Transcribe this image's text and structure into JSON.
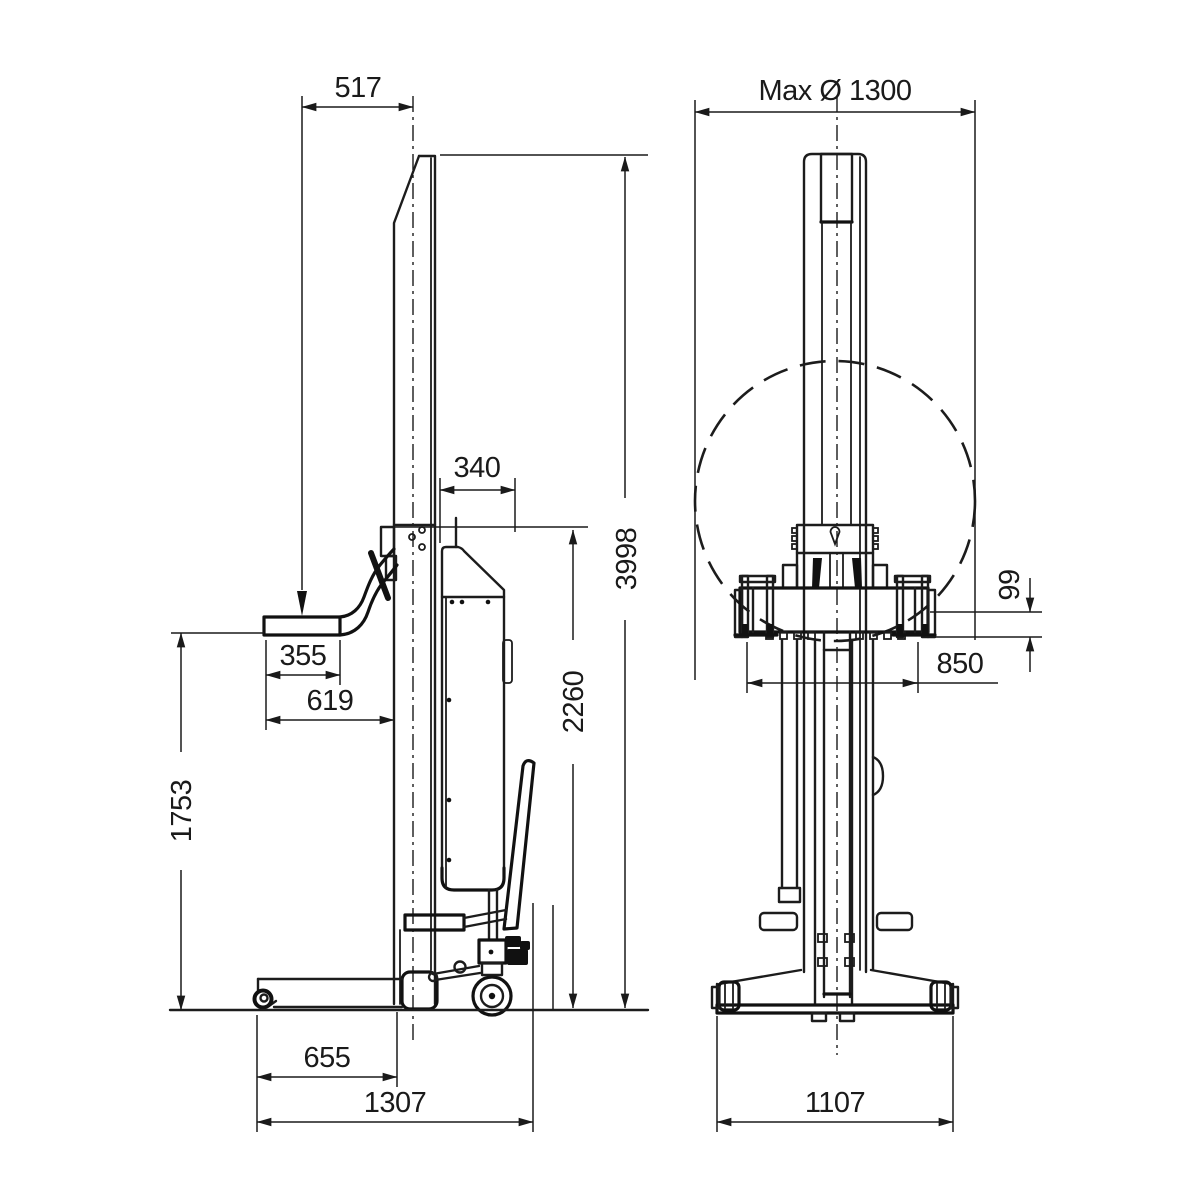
{
  "drawing": {
    "line_color": "#1c1c1c",
    "background": "#ffffff",
    "side_view": {
      "dims": {
        "top_offset": "517",
        "housing_depth": "340",
        "platform_length": "355",
        "arm_reach": "619",
        "platform_height": "1753",
        "leg_length": "655",
        "overall_length": "1307",
        "handle_height": "2260",
        "overall_height": "3998"
      }
    },
    "front_view": {
      "dims": {
        "max_roll_diameter": "Max Ø 1300",
        "fork_step": "99",
        "fork_width": "850",
        "base_width": "1107"
      }
    }
  }
}
